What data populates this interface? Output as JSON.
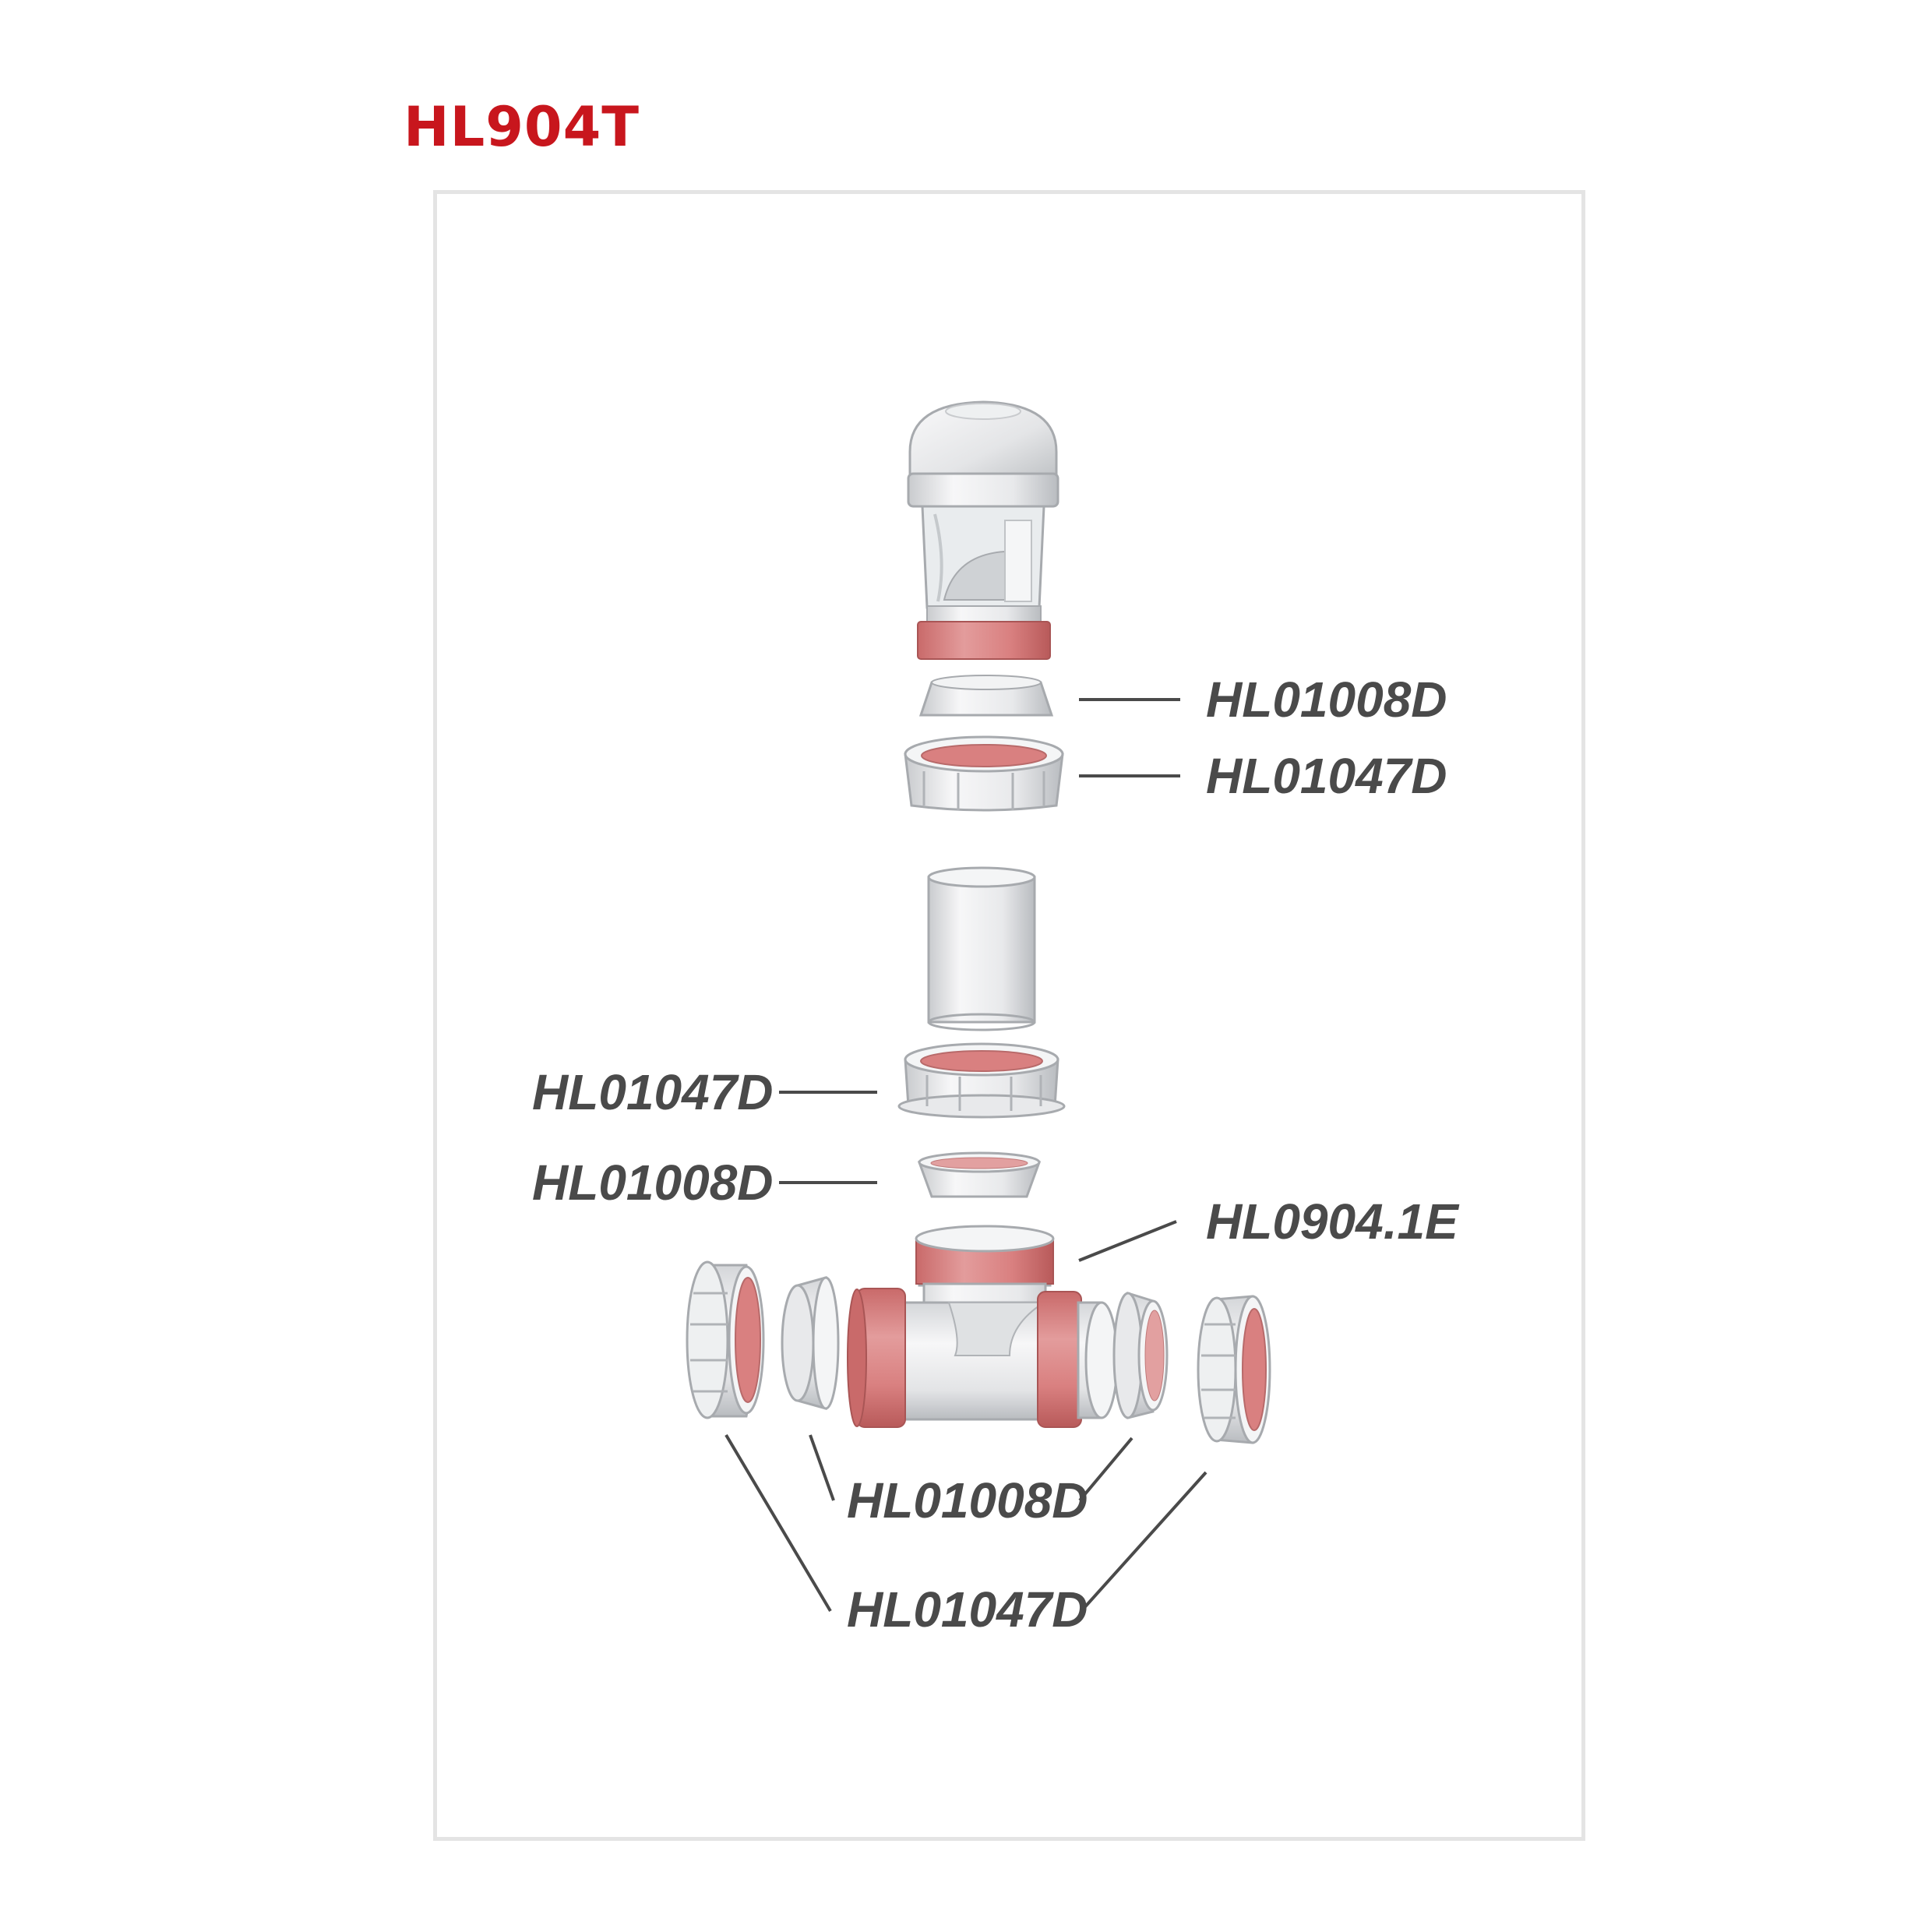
{
  "title": "HL904T",
  "colors": {
    "title": "#c8161d",
    "accent_band": "#d98080",
    "accent_dark": "#c96a6a",
    "accent_light": "#e9b4b4",
    "part_body": "#e8e9eb",
    "part_shade": "#c9cbce",
    "part_light": "#f7f7f8",
    "part_outline": "#9a9da1",
    "frame": "#e4e4e4",
    "callout_text": "#4a4a4a",
    "leader_line": "#4a4a4a"
  },
  "diagram": {
    "labels": {
      "top_cone_seal": "HL01008D",
      "top_nut": "HL01047D",
      "mid_nut": "HL01047D",
      "mid_cone_seal": "HL01008D",
      "tee_fitting": "HL0904.1E",
      "bottom_cone_seals": "HL01008D",
      "bottom_nuts": "HL01047D"
    },
    "parts": [
      {
        "id": "air-admittance-valve",
        "icon": "valve-cap-icon"
      },
      {
        "id": "cone-seal-top",
        "icon": "cone-seal-icon"
      },
      {
        "id": "union-nut-top",
        "icon": "union-nut-icon"
      },
      {
        "id": "pipe-segment",
        "icon": "pipe-icon"
      },
      {
        "id": "union-nut-mid",
        "icon": "union-nut-icon"
      },
      {
        "id": "cone-seal-mid",
        "icon": "cone-seal-icon"
      },
      {
        "id": "tee-fitting",
        "icon": "tee-fitting-icon"
      },
      {
        "id": "union-nut-left",
        "icon": "union-nut-icon"
      },
      {
        "id": "cone-seal-left",
        "icon": "cone-seal-icon"
      },
      {
        "id": "cone-seal-right",
        "icon": "cone-seal-icon"
      },
      {
        "id": "union-nut-right",
        "icon": "union-nut-icon"
      }
    ]
  }
}
